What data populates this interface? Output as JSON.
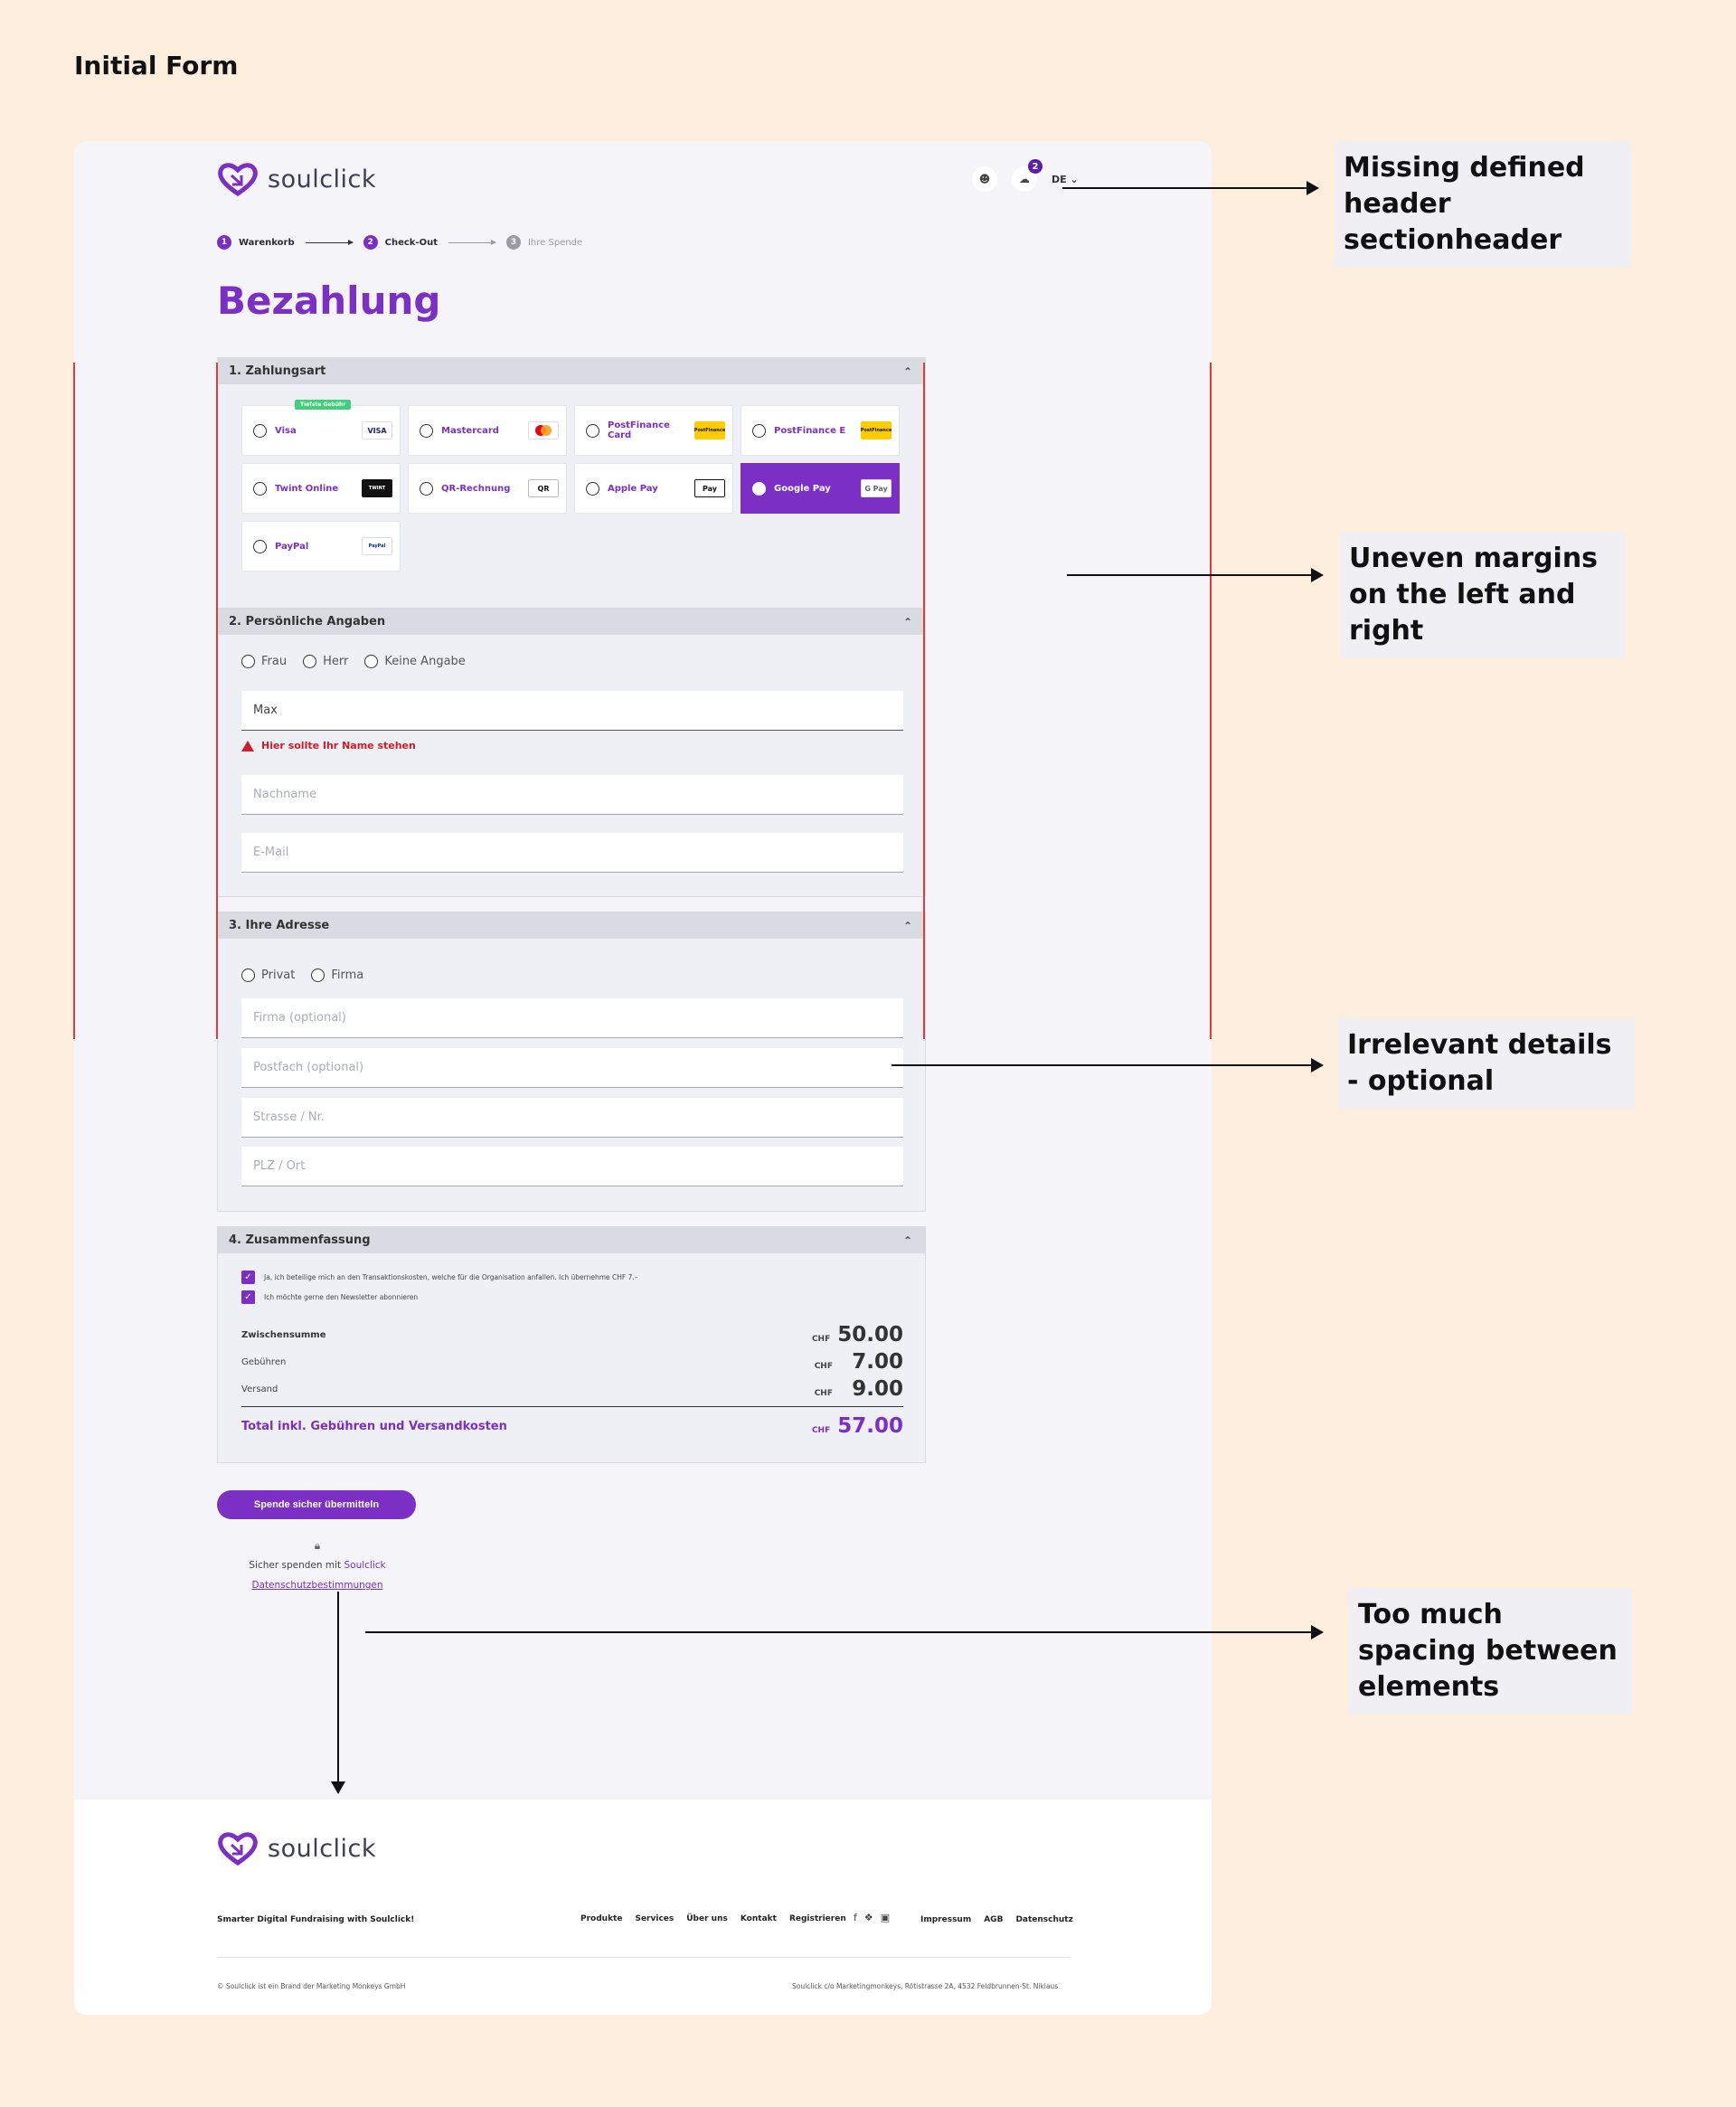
{
  "page_title": "Initial Form",
  "brand": {
    "name": "soulclick"
  },
  "header": {
    "cart_count": "2",
    "lang": "DE"
  },
  "steps": [
    {
      "num": "1",
      "label": "Warenkorb"
    },
    {
      "num": "2",
      "label": "Check-Out"
    },
    {
      "num": "3",
      "label": "Ihre Spende"
    }
  ],
  "heading": "Bezahlung",
  "payment": {
    "title": "1. Zahlungsart",
    "methods": [
      {
        "name": "Visa",
        "logo": "VISA",
        "badge": "Tiefste Gebühr",
        "selected": false
      },
      {
        "name": "Mastercard",
        "logo": "mc",
        "selected": false
      },
      {
        "name": "PostFinance Card",
        "logo": "PostFinance",
        "selected": false
      },
      {
        "name": "PostFinance E",
        "logo": "PostFinance",
        "selected": false
      },
      {
        "name": "Twint Online",
        "logo": "TWINT",
        "selected": false
      },
      {
        "name": "QR-Rechnung",
        "logo": "QR",
        "selected": false
      },
      {
        "name": "Apple Pay",
        "logo": "Pay",
        "selected": false
      },
      {
        "name": "Google Pay",
        "logo": "G Pay",
        "selected": true
      },
      {
        "name": "PayPal",
        "logo": "PayPal",
        "selected": false
      }
    ]
  },
  "personal": {
    "title": "2. Persönliche Angaben",
    "salutations": [
      "Frau",
      "Herr",
      "Keine Angabe"
    ],
    "first_name_value": "Max",
    "error": "Hier sollte Ihr Name stehen",
    "last_name_placeholder": "Nachname",
    "email_placeholder": "E-Mail"
  },
  "address": {
    "title": "3. Ihre Adresse",
    "types": [
      "Privat",
      "Firma"
    ],
    "company_placeholder": "Firma (optional)",
    "pobox_placeholder": "Postfach (optional)",
    "street_placeholder": "Strasse / Nr.",
    "city_placeholder": "PLZ / Ort"
  },
  "summary": {
    "title": "4. Zusammenfassung",
    "check1": "Ja, ich beteilige mich an den Transaktionskosten, welche für die Organisation anfallen. Ich übernehme CHF 7.–",
    "check2": "Ich möchte gerne den Newsletter abonnieren",
    "currency": "CHF",
    "subtotal_label": "Zwischensumme",
    "subtotal": "50.00",
    "fees_label": "Gebühren",
    "fees": "7.00",
    "shipping_label": "Versand",
    "shipping": "9.00",
    "total_label": "Total inkl. Gebühren und Versandkosten",
    "total": "57.00"
  },
  "submit_label": "Spende sicher übermitteln",
  "secure": {
    "text": "Sicher spenden mit",
    "brand": "Soulclick",
    "link": "Datenschutzbestimmungen"
  },
  "footer": {
    "tagline": "Smarter Digital Fundraising with Soulclick!",
    "nav": [
      "Produkte",
      "Services",
      "Über uns",
      "Kontakt",
      "Registrieren"
    ],
    "legal": [
      "Impressum",
      "AGB",
      "Datenschutz"
    ],
    "copyright": "© Soulclick ist ein Brand der Marketing Monkeys GmbH",
    "address": "Soulclick c/o Marketingmonkeys, Rötistrasse 2A, 4532 Feldbrunnen-St. Niklaus"
  },
  "annotations": {
    "note1": "Missing defined header sectionheader",
    "note2": "Uneven margins on the left and right",
    "note3": "Irrelevant details - optional",
    "note4": "Too much spacing between elements"
  },
  "colors": {
    "accent": "#7b2fc5",
    "background": "#fdeedd",
    "error": "#d21c2a"
  }
}
